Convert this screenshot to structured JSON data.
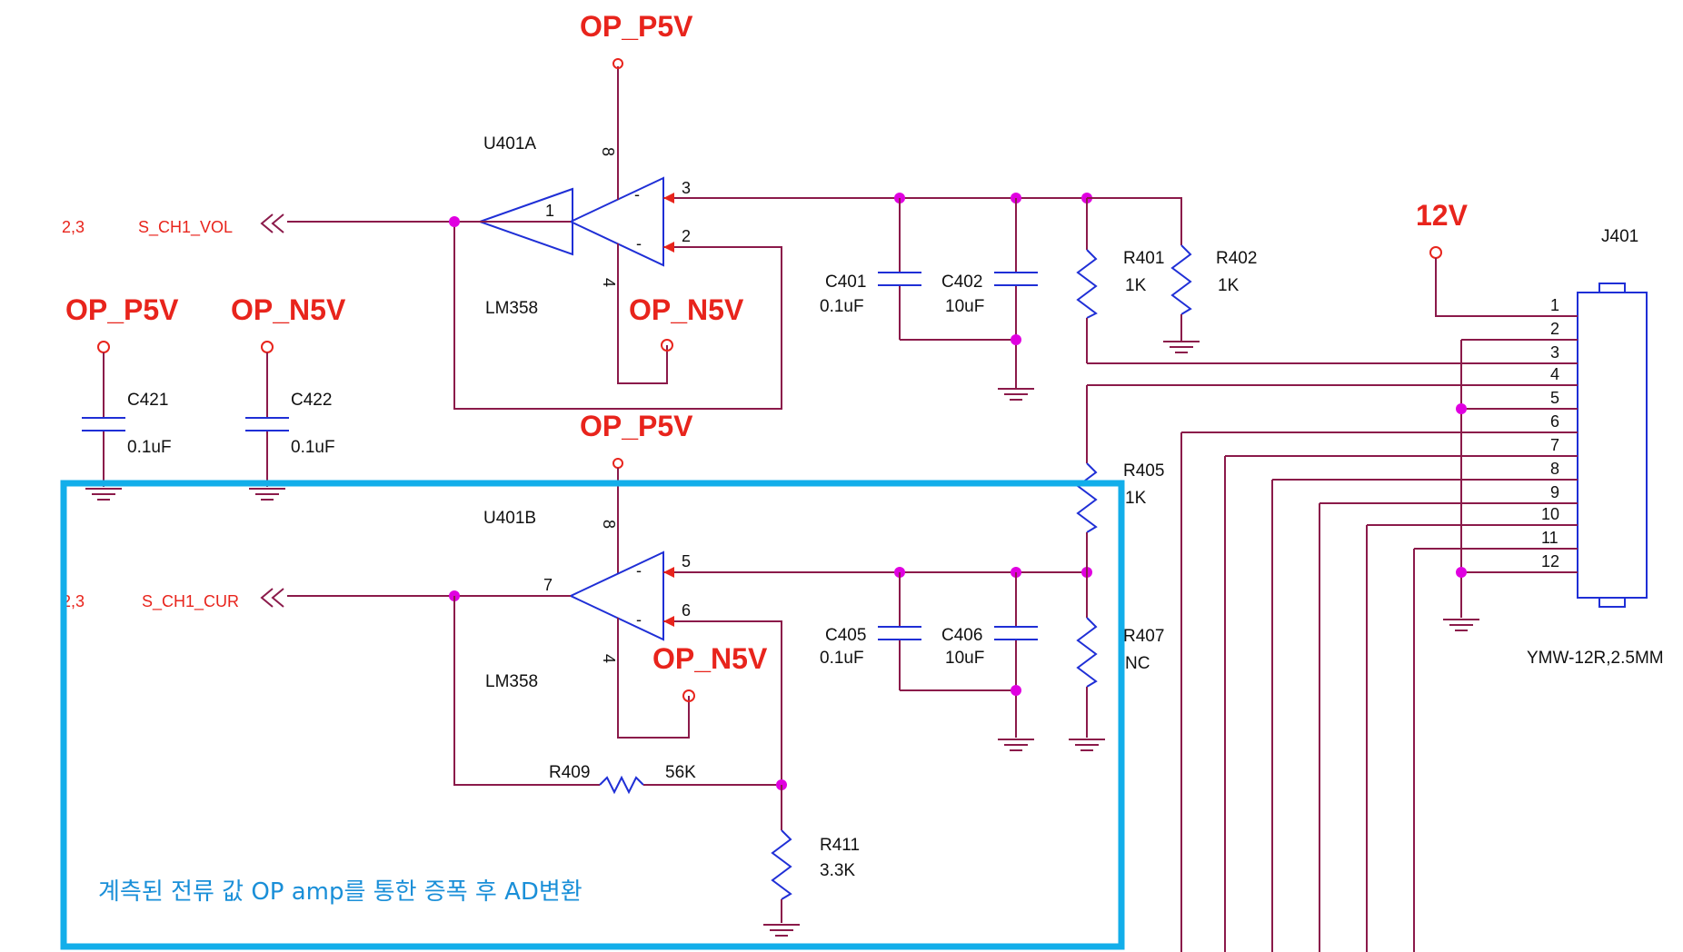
{
  "power": {
    "op_p5v": "OP_P5V",
    "op_n5v": "OP_N5V",
    "v12": "12V"
  },
  "opamp_a": {
    "ref": "U401A",
    "part": "LM358",
    "pins": {
      "out": "1",
      "inp": "3",
      "inn": "2",
      "vcc": "8",
      "gnd": "4"
    }
  },
  "opamp_b": {
    "ref": "U401B",
    "part": "LM358",
    "pins": {
      "out": "7",
      "inp": "5",
      "inn": "6",
      "vcc": "8",
      "gnd": "4"
    }
  },
  "nets": {
    "vol": {
      "sheet": "2,3",
      "name": "S_CH1_VOL"
    },
    "cur": {
      "sheet": "2,3",
      "name": "S_CH1_CUR"
    }
  },
  "components": {
    "c401": {
      "ref": "C401",
      "value": "0.1uF"
    },
    "c402": {
      "ref": "C402",
      "value": "10uF"
    },
    "c405": {
      "ref": "C405",
      "value": "0.1uF"
    },
    "c406": {
      "ref": "C406",
      "value": "10uF"
    },
    "c421": {
      "ref": "C421",
      "value": "0.1uF"
    },
    "c422": {
      "ref": "C422",
      "value": "0.1uF"
    },
    "r401": {
      "ref": "R401",
      "value": "1K"
    },
    "r402": {
      "ref": "R402",
      "value": "1K"
    },
    "r405": {
      "ref": "R405",
      "value": "1K"
    },
    "r407": {
      "ref": "R407",
      "value": "NC"
    },
    "r409": {
      "ref": "R409",
      "value": "56K"
    },
    "r411": {
      "ref": "R411",
      "value": "3.3K"
    }
  },
  "connector": {
    "ref": "J401",
    "part": "YMW-12R,2.5MM",
    "pins": [
      "1",
      "2",
      "3",
      "4",
      "5",
      "6",
      "7",
      "8",
      "9",
      "10",
      "11",
      "12"
    ]
  },
  "annotation": "계측된 전류 값 OP amp를 통한 증폭 후 AD변환",
  "colors": {
    "wire": "#8b1a4a",
    "component": "#1f2fd6",
    "junction": "#e000e0",
    "power": "#e8241c",
    "highlight": "#12aeea"
  }
}
